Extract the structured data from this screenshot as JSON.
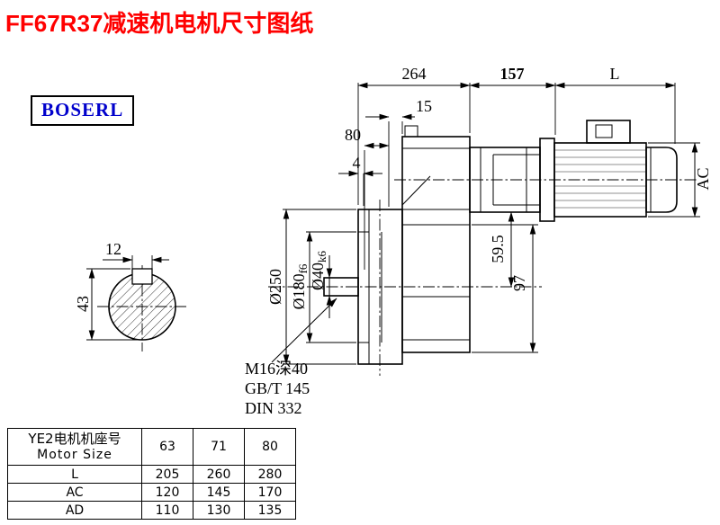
{
  "page": {
    "title": "FF67R37减速机电机尺寸图纸",
    "brand": "BOSERL"
  },
  "dims": {
    "len_gearbox": "264",
    "len_adapter": "157",
    "len_motor": "L",
    "d15": "15",
    "d80": "80",
    "d4": "4",
    "ac": "AC",
    "d59_5": "59.5",
    "d97": "97",
    "dia250": "Ø250",
    "dia180_main": "Ø180",
    "dia180_sub": "f6",
    "dia40_main": "Ø40",
    "dia40_sub": "k6",
    "key_width": "12",
    "shaft_height": "43",
    "tap_note_1": "M16深40",
    "tap_note_2": "GB/T 145",
    "tap_note_3": "DIN 332"
  },
  "table": {
    "header_cn": "YE2电机机座号",
    "header_en": "Motor Size",
    "frame_sizes": [
      "63",
      "71",
      "80"
    ],
    "rows": [
      {
        "label": "L",
        "values": [
          "205",
          "260",
          "280"
        ]
      },
      {
        "label": "AC",
        "values": [
          "120",
          "145",
          "170"
        ]
      },
      {
        "label": "AD",
        "values": [
          "110",
          "130",
          "135"
        ]
      }
    ]
  }
}
